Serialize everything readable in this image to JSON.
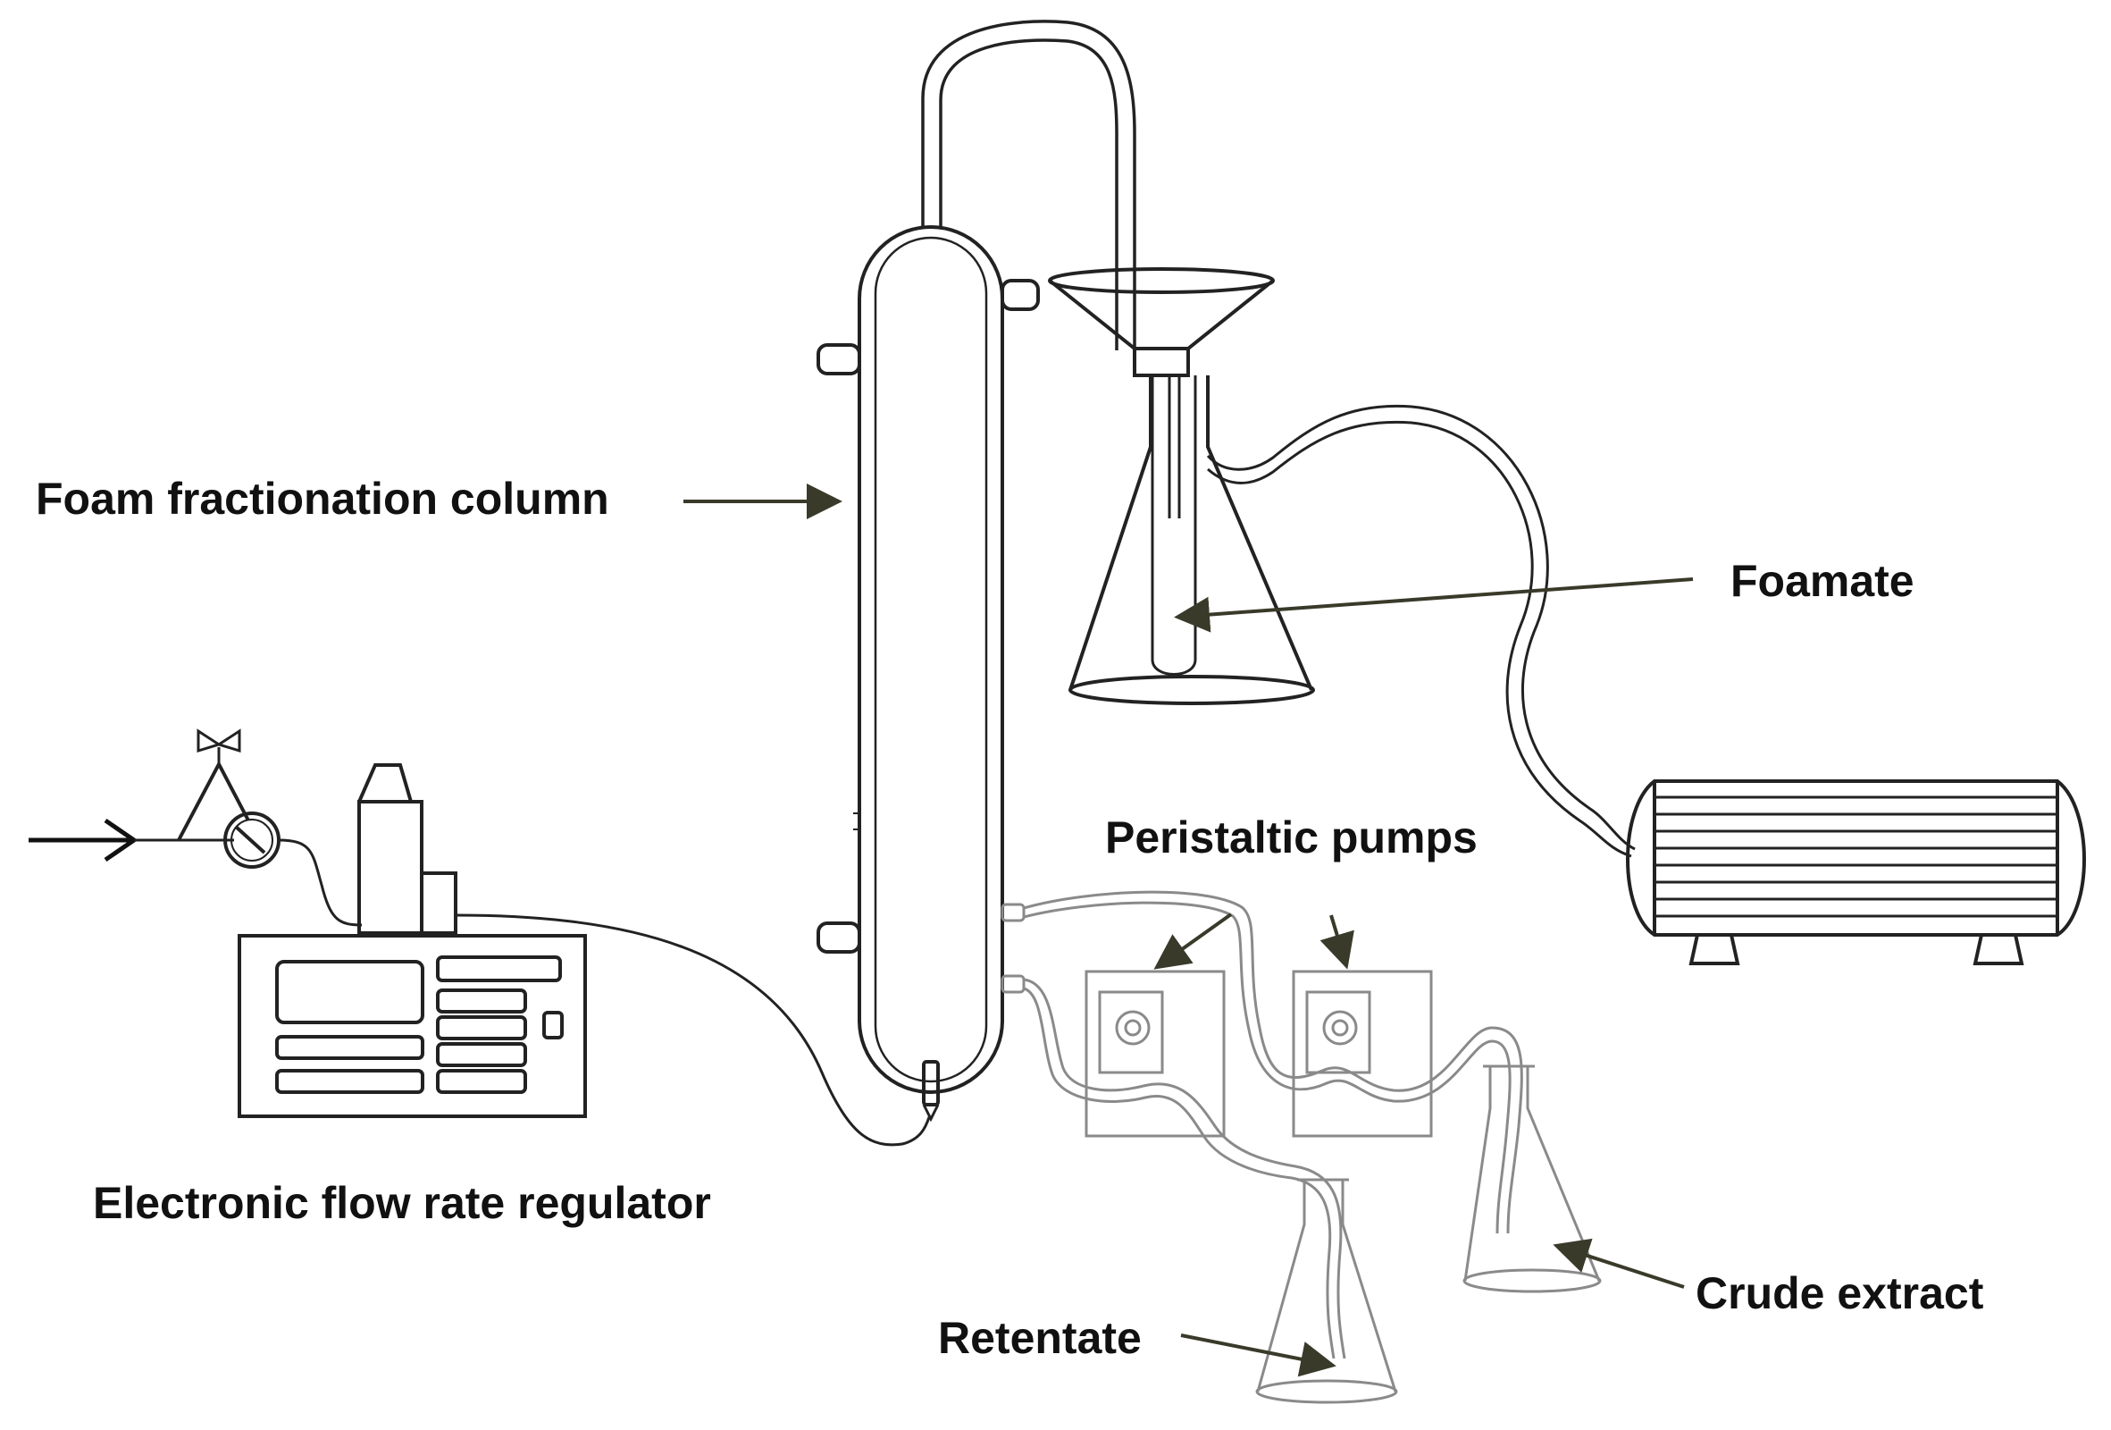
{
  "labels": {
    "column": "Foam fractionation column",
    "foamate": "Foamate",
    "pumps": "Peristaltic pumps",
    "regulator": "Electronic flow rate regulator",
    "crude_extract": "Crude extract",
    "retentate": "Retentate"
  },
  "colors": {
    "line": "#222222",
    "faded_line": "#8a8a8a",
    "arrow": "#3a3a2a",
    "text": "#111111",
    "background": "#ffffff"
  }
}
